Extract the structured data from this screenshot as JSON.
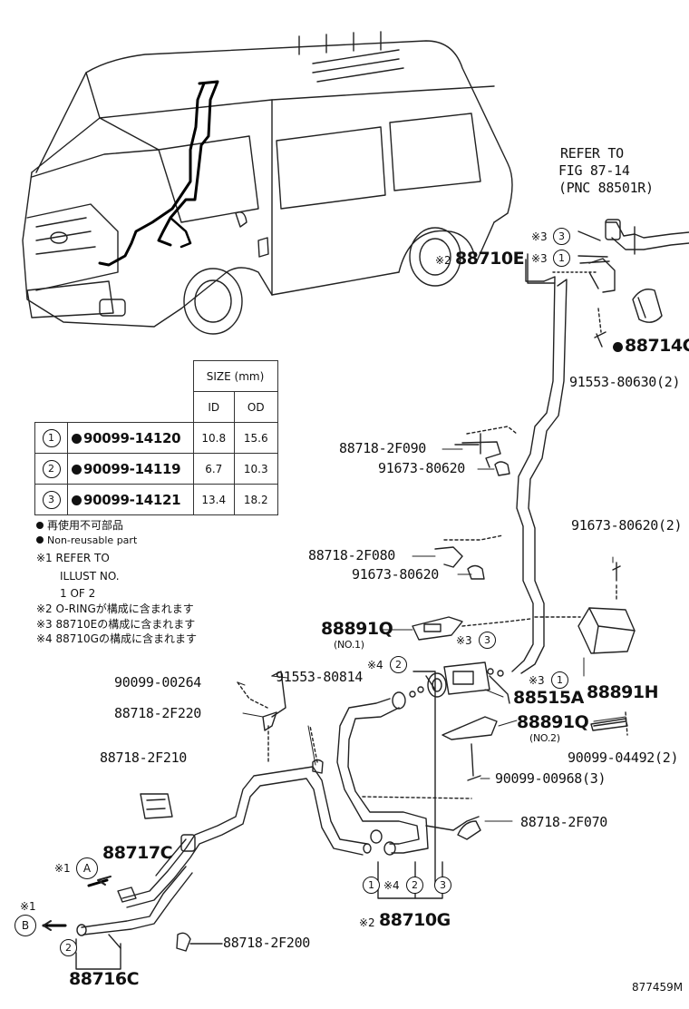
{
  "refer_box": {
    "line1": "REFER TO",
    "line2": "FIG 87-14",
    "line3": "(PNC 88501R)"
  },
  "parts": {
    "p88710E": {
      "mark": "※2",
      "number": "88710E"
    },
    "p88714C": {
      "number": "88714C"
    },
    "p91553_80630": {
      "number": "91553-80630(2)"
    },
    "p88718_2F090": {
      "number": "88718-2F090"
    },
    "p91673_80620_a": {
      "number": "91673-80620"
    },
    "p91673_80620_b": {
      "number": "91673-80620(2)"
    },
    "p88718_2F080": {
      "number": "88718-2F080"
    },
    "p91673_80620_c": {
      "number": "91673-80620"
    },
    "p88891Q_1": {
      "number": "88891Q",
      "sub": "(NO.1)"
    },
    "p90099_00264": {
      "number": "90099-00264"
    },
    "p91553_80814": {
      "number": "91553-80814"
    },
    "p88515A": {
      "number": "88515A"
    },
    "p88891H": {
      "number": "88891H"
    },
    "p88718_2F220": {
      "number": "88718-2F220"
    },
    "p88891Q_2": {
      "number": "88891Q",
      "sub": "(NO.2)"
    },
    "p90099_04492": {
      "number": "90099-04492(2)"
    },
    "p88718_2F210": {
      "number": "88718-2F210"
    },
    "p90099_00968": {
      "number": "90099-00968(3)"
    },
    "p88718_2F070": {
      "number": "88718-2F070"
    },
    "p88717C": {
      "number": "88717C"
    },
    "p88710G": {
      "mark": "※2",
      "number": "88710G"
    },
    "p88718_2F200": {
      "number": "88718-2F200"
    },
    "p88716C": {
      "number": "88716C"
    }
  },
  "callouts": {
    "c3_1": {
      "mark": "※3",
      "num": "3"
    },
    "c3_2": {
      "mark": "※3",
      "num": "1"
    },
    "c4_1": {
      "mark": "※4",
      "num": "2"
    },
    "c3_3": {
      "mark": "※3",
      "num": "3"
    },
    "c3_4": {
      "mark": "※3",
      "num": "1"
    },
    "cA": {
      "mark": "※1",
      "num": "A"
    },
    "cB": {
      "mark": "※1",
      "num": "B"
    },
    "c716_2": {
      "num": "2"
    },
    "g1": {
      "num": "1"
    },
    "g4": {
      "mark": "※4",
      "num": "2"
    },
    "g3": {
      "num": "3"
    }
  },
  "size_table": {
    "header": "SIZE (mm)",
    "col_id": "ID",
    "col_od": "OD",
    "rows": [
      {
        "idx": "1",
        "part": "90099-14120",
        "id": "10.8",
        "od": "15.6"
      },
      {
        "idx": "2",
        "part": "90099-14119",
        "id": "6.7",
        "od": "10.3"
      },
      {
        "idx": "3",
        "part": "90099-14121",
        "id": "13.4",
        "od": "18.2"
      }
    ]
  },
  "legend": {
    "jp_nonreusable": "再使用不可部品",
    "en_nonreusable": "Non-reusable part",
    "n1_a": "※1 REFER TO",
    "n1_b": "ILLUST NO.",
    "n1_c": "1 OF 2",
    "n2": "※2 O-RINGが構成に含まれます",
    "n3": "※3 88710Eの構成に含まれます",
    "n4": "※4 88710Gの構成に含まれます"
  },
  "illustration_id": "877459M",
  "icons": [
    "van-outline",
    "pipe-assembly",
    "clamp",
    "bolt",
    "bracket",
    "expansion-valve",
    "arrow-left-icon"
  ]
}
